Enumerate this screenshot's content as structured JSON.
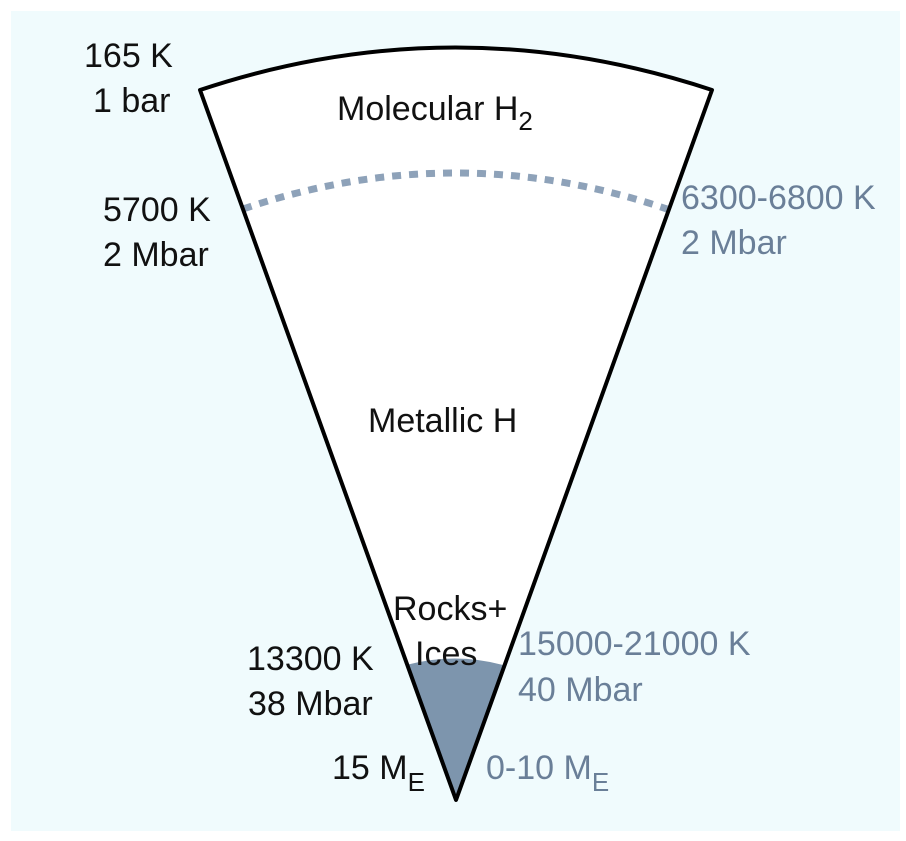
{
  "colors": {
    "panel_background": "#f0fbfd",
    "outline": "#000000",
    "core_fill": "#7d95ad",
    "dashed_boundary": "#8ea2b9",
    "secondary_text": "#6a7f98",
    "primary_text": "#111111"
  },
  "layers": {
    "molecular": {
      "name": "Molecular H",
      "subscript": "2"
    },
    "metallic": {
      "name": "Metallic H"
    },
    "core": {
      "name_line1": "Rocks+",
      "name_line2": "Ices"
    }
  },
  "left_labels": {
    "surface_temp": "165 K",
    "surface_pressure": "1 bar",
    "transition_temp": "5700 K",
    "transition_pressure": "2 Mbar",
    "core_temp": "13300 K",
    "core_pressure": "38 Mbar",
    "core_mass_value": "15 M",
    "core_mass_subscript": "E"
  },
  "right_labels": {
    "transition_temp": "6300-6800 K",
    "transition_pressure": "2 Mbar",
    "core_temp": "15000-21000 K",
    "core_pressure": "40 Mbar",
    "core_mass_value": "0-10 M",
    "core_mass_subscript": "E"
  }
}
